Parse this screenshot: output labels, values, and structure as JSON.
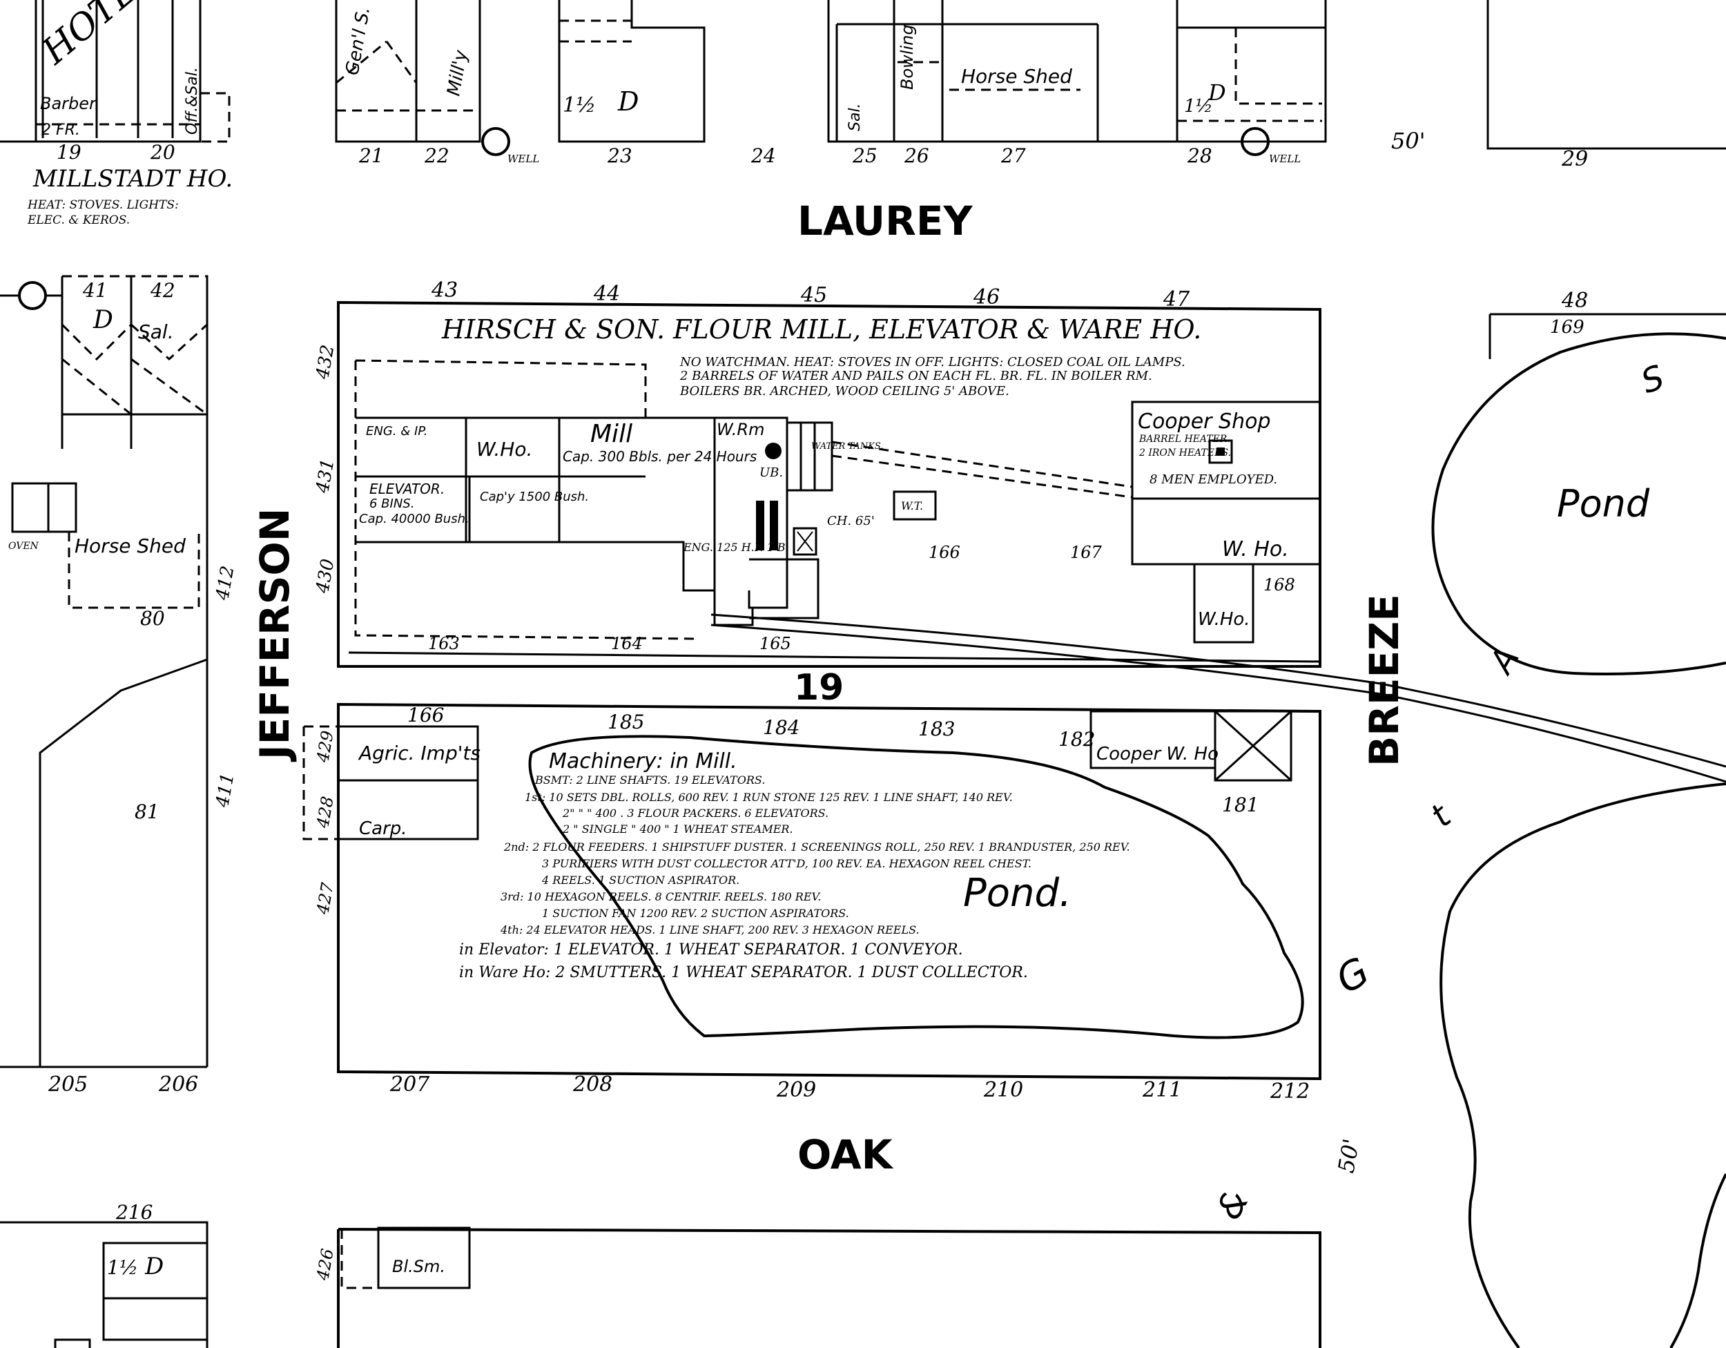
{
  "streets": {
    "laurey": "LAUREY",
    "jefferson": "JEFFERSON",
    "oak": "OAK",
    "breeze": "BREEZE"
  },
  "block_number": "19",
  "top_edge": {
    "hotel_fragment": "HOTEL",
    "millstadt_ho": "MILLSTADT HO.",
    "millstadt_heat_1": "HEAT: STOVES. LIGHTS:",
    "millstadt_heat_2": "ELEC. & KEROS.",
    "barber": "Barber.",
    "off_sal": "Off.&Sal.",
    "fr": "2 FR.",
    "gen_s": "Gen'l S.",
    "milly": "Mill'y",
    "horse_shed": "Horse Shed",
    "bowling": "Bowling",
    "sal": "Sal.",
    "d": "D",
    "d_half": "1½",
    "well": "WELL",
    "lots": [
      "19",
      "20",
      "21",
      "22",
      "23",
      "24",
      "25",
      "26",
      "27",
      "28",
      "29"
    ]
  },
  "mill": {
    "title": "HIRSCH & SON.  FLOUR MILL, ELEVATOR & WARE HO.",
    "note_1": "NO WATCHMAN. HEAT: STOVES IN OFF. LIGHTS: CLOSED COAL OIL LAMPS.",
    "note_2": "2 BARRELS OF WATER AND PAILS ON EACH FL. BR. FL. IN BOILER RM.",
    "note_3": "BOILERS BR. ARCHED, WOOD CEILING 5' ABOVE.",
    "eng": "ENG. & IP.",
    "elevator": "ELEVATOR.",
    "elev_bins": "6 BINS.",
    "elev_cap": "Cap. 40000 Bush.",
    "w_ho": "W.Ho.",
    "cap_1500": "Cap'y 1500 Bush.",
    "mill_lbl": "Mill",
    "mill_cap": "Cap. 300 Bbls. per 24 Hours",
    "w_rm": "W.Rm",
    "ub": "UB.",
    "water_tanks": "WATER TANKS.",
    "ch": "CH. 65'",
    "eng_hp": "ENG. 125 H.P. 1 B.",
    "wt": "W.T.",
    "cooper_shop": "Cooper Shop",
    "cooper_note_1": "BARREL HEATER.",
    "cooper_note_2": "2 IRON HEATERS.",
    "cooper_note_3": "8 MEN EMPLOYED.",
    "w_ho_2": "W. Ho.",
    "w_ho_3": "W.Ho.",
    "lots": [
      "43",
      "44",
      "45",
      "46",
      "47",
      "163",
      "164",
      "165",
      "166",
      "167",
      "168"
    ],
    "side_nos": [
      "432",
      "431",
      "430"
    ]
  },
  "lower_block": {
    "agric": "Agric. Imp'ts",
    "carp": "Carp.",
    "cooper_w_ho": "Cooper W. Ho",
    "lots": [
      "185",
      "184",
      "183",
      "182",
      "181",
      "166"
    ],
    "bottom_lots": [
      "205",
      "206",
      "207",
      "208",
      "209",
      "210",
      "211",
      "212"
    ],
    "side_nos": [
      "429",
      "428",
      "427"
    ],
    "pond": "Pond.",
    "machinery_heading": "Machinery: in Mill.",
    "machinery": [
      "BSMT: 2 LINE SHAFTS. 19 ELEVATORS.",
      "1st: 10 SETS DBL. ROLLS, 600 REV. 1 RUN STONE 125 REV. 1 LINE SHAFT, 140 REV.",
      "2\"  \"  \"  400  .  3 FLOUR PACKERS. 6 ELEVATORS.",
      "2 \" SINGLE \" 400 \" 1 WHEAT STEAMER.",
      "2nd: 2 FLOUR FEEDERS. 1 SHIPSTUFF DUSTER. 1 SCREENINGS ROLL, 250 REV. 1 BRANDUSTER, 250 REV.",
      "3 PURIFIERS WITH DUST COLLECTOR ATT'D, 100 REV. EA. HEXAGON REEL CHEST.",
      "4 REELS. 1 SUCTION ASPIRATOR.",
      "3rd: 10 HEXAGON REELS. 8 CENTRIF. REELS. 180 REV.",
      "1 SUCTION FAN 1200 REV. 2 SUCTION ASPIRATORS.",
      "4th: 24 ELEVATOR HEADS. 1 LINE SHAFT, 200 REV. 3 HEXAGON REELS.",
      "in Elevator: 1 ELEVATOR. 1 WHEAT SEPARATOR. 1 CONVEYOR.",
      "in Ware Ho: 2 SMUTTERS. 1 WHEAT SEPARATOR. 1 DUST COLLECTOR."
    ]
  },
  "left_side": {
    "d": "D",
    "sal": "Sal.",
    "horse_shed": "Horse Shed",
    "oven": "OVEN",
    "lots": [
      "41",
      "42",
      "80",
      "81"
    ],
    "side_nos": [
      "412",
      "411"
    ]
  },
  "right_side": {
    "pond": "Pond",
    "lots": [
      "48",
      "169"
    ],
    "breeze_letters": [
      "S",
      "A",
      "t",
      "G",
      "&"
    ],
    "dims": [
      "50'",
      "50'"
    ]
  },
  "bottom": {
    "lot_216": "216",
    "d": "D",
    "d_half": "1½",
    "bl_sm": "Bl.Sm.",
    "side_no": "426"
  }
}
